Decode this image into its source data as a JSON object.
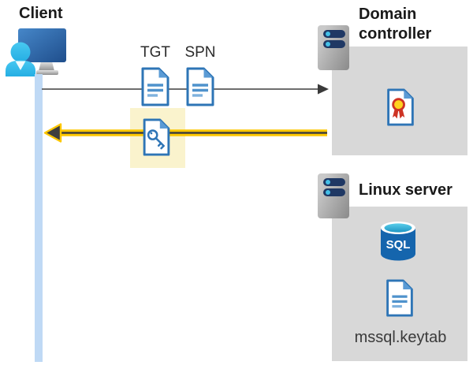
{
  "client": {
    "label": "Client"
  },
  "flow": {
    "tgt_label": "TGT",
    "spn_label": "SPN",
    "request_arrow": "client-to-domain-controller",
    "response_arrow": "domain-controller-to-client"
  },
  "domain_controller": {
    "label": "Domain controller"
  },
  "linux_server": {
    "label": "Linux server",
    "sql_label": "SQL",
    "keytab_label": "mssql.keytab"
  },
  "colors": {
    "doc_blue": "#2E75B6",
    "doc_blue_light": "#5B9BD5",
    "highlight_yellow": "#FAF3CD",
    "arrow_yellow": "#FDC700",
    "arrow_dark": "#3E3E3E",
    "gray_line": "#5A5A5A",
    "panel_gray": "#D8D8D8",
    "server_bar_navy": "#1F3864",
    "server_dot_cyan": "#44C0E8",
    "person_cyan": "#2FB6E6",
    "monitor_blue": "#2F6DB4",
    "sql_blue": "#1565AD",
    "seal_yellow": "#FFD21E",
    "seal_red": "#CE3324",
    "lifeline_blue": "#BFD9F5"
  }
}
